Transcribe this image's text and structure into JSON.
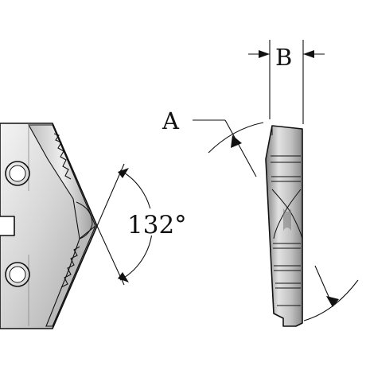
{
  "labels": {
    "angle_a": "A",
    "thickness_b": "B",
    "point_angle": "132°"
  },
  "colors": {
    "line": "#111111",
    "steel_light": "#e6e6e6",
    "steel_mid": "#c4c4c4",
    "steel_dark": "#8c8c8c",
    "background": "#ffffff"
  }
}
